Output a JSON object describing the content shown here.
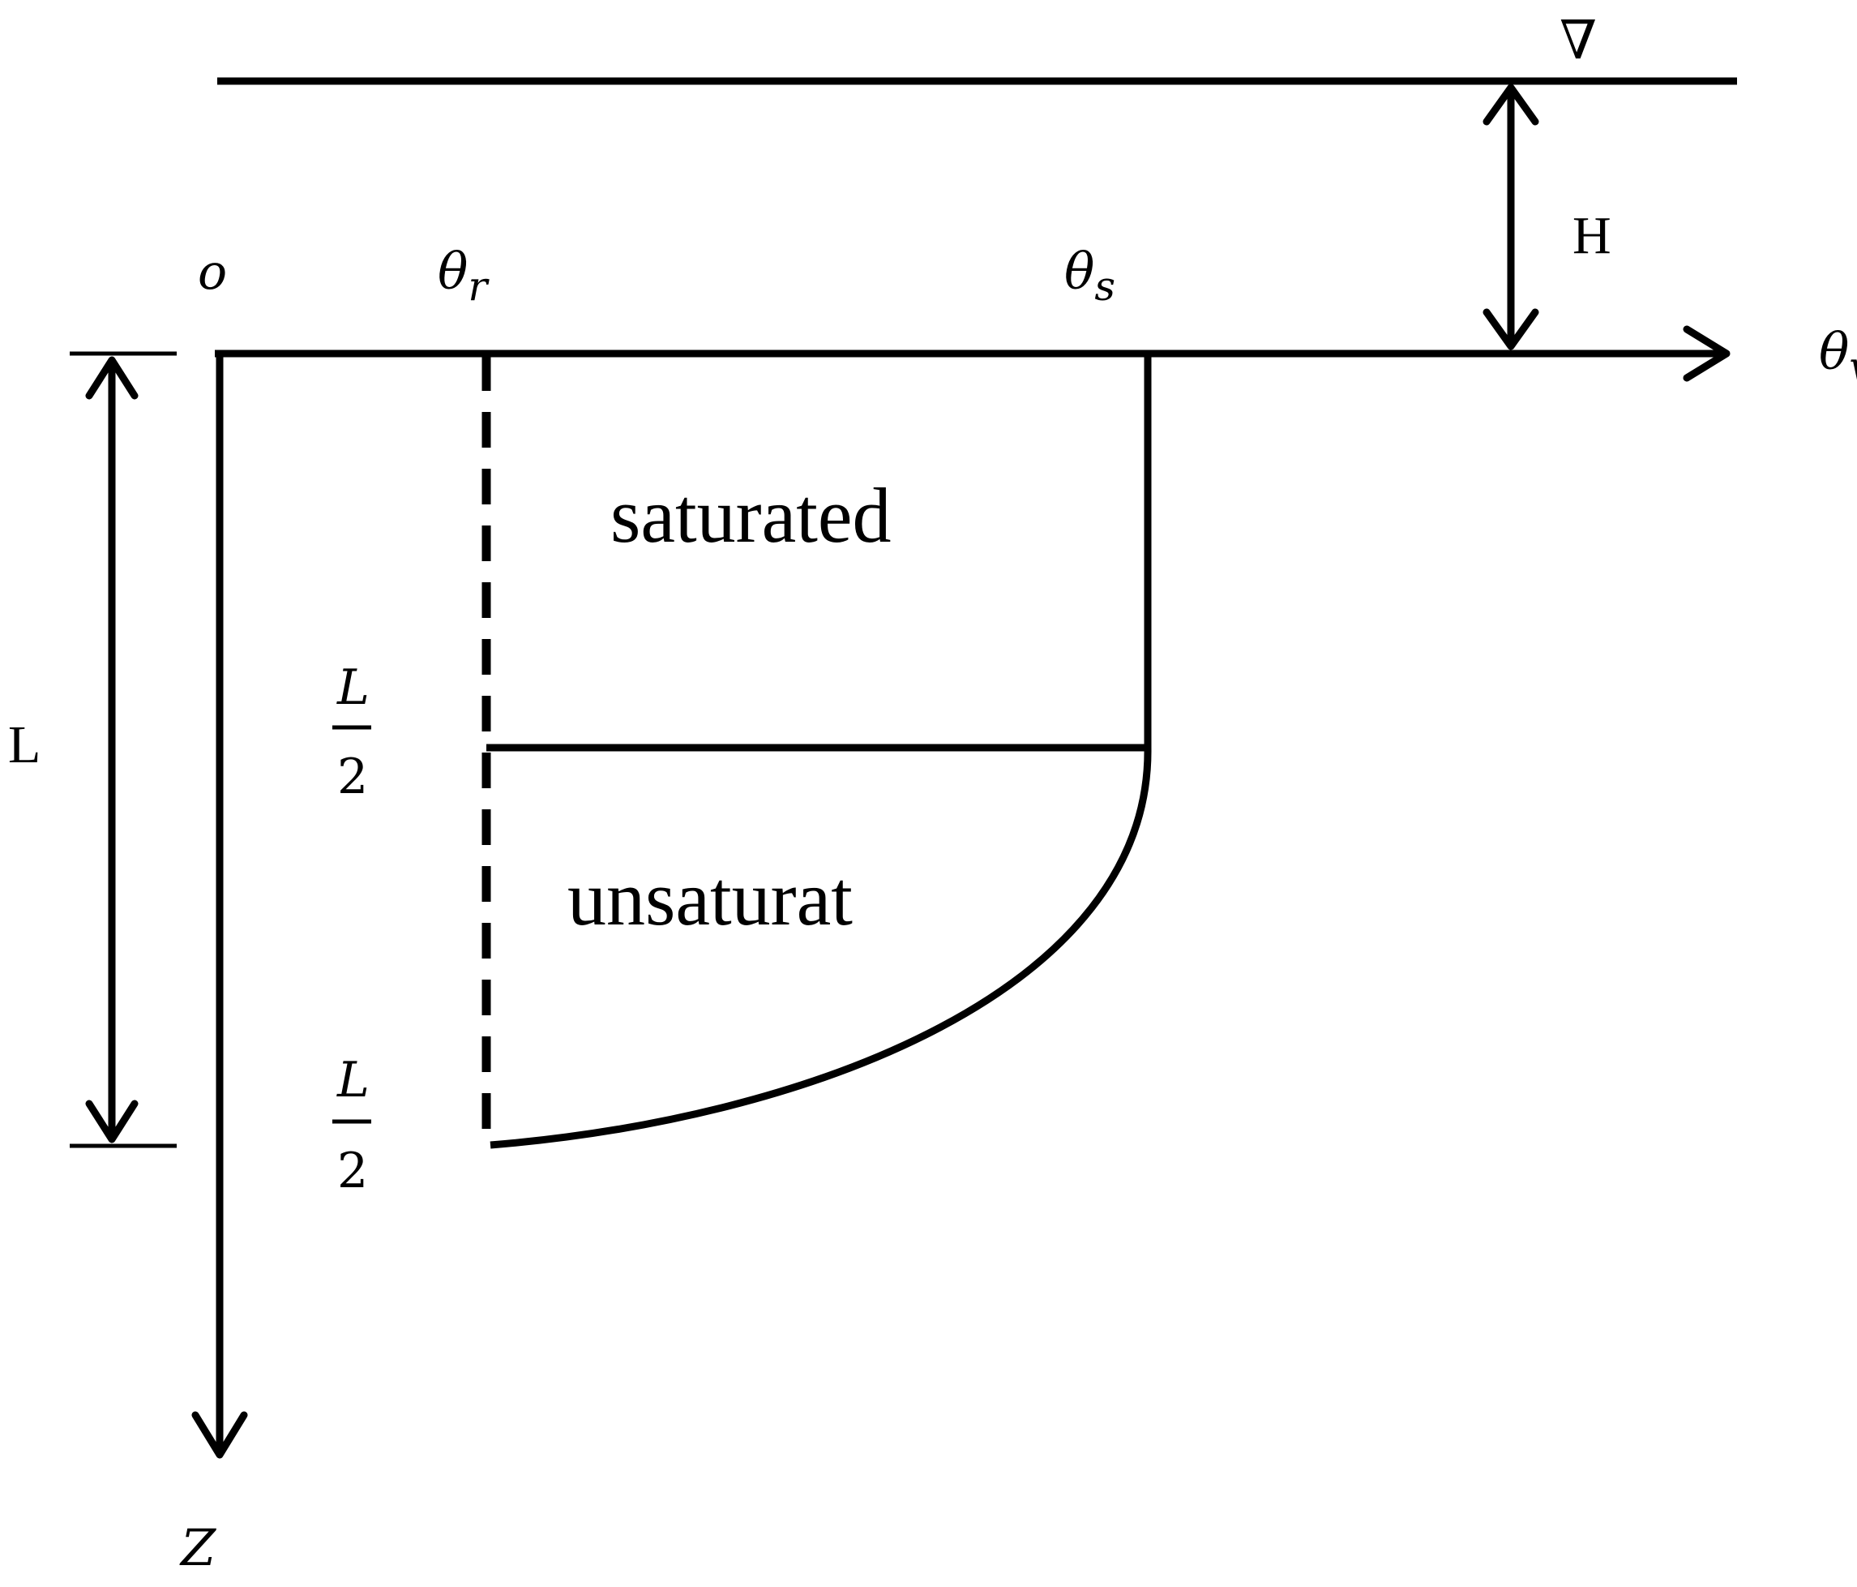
{
  "labels": {
    "water_symbol": "∇",
    "head_height": "H",
    "origin": "o",
    "theta": "θ",
    "theta_r_sub": "r",
    "theta_s_sub": "s",
    "theta_v_sub": "v",
    "depth_axis": "Z",
    "length": "L",
    "half_length_num": "L",
    "half_length_den": "2",
    "region_saturated": "saturated",
    "region_unsaturated": "unsaturat"
  },
  "colors": {
    "ink": "#000000",
    "background": "#ffffff"
  }
}
